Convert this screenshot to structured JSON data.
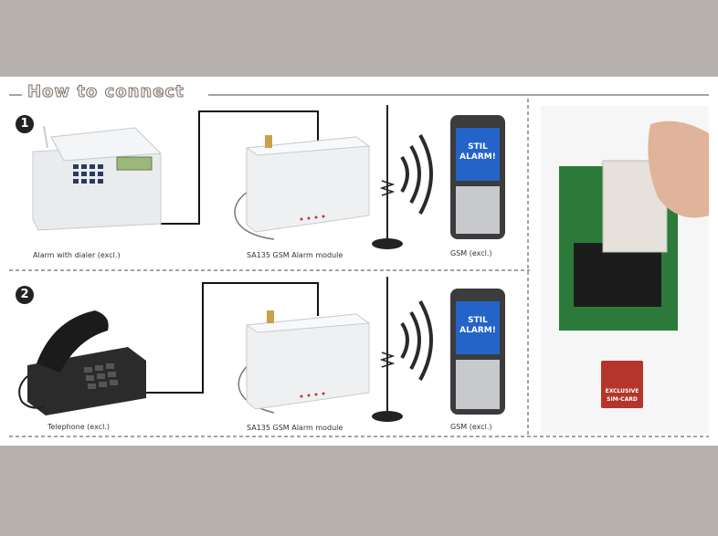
{
  "heading": "How to connect",
  "steps": [
    {
      "number": "1",
      "device_label": "Alarm with dialer (excl.)",
      "module_label": "SA135 GSM Alarm module",
      "phone_label": "GSM (excl.)",
      "phone_screen": "STIL ALARM!"
    },
    {
      "number": "2",
      "device_label": "Telephone (excl.)",
      "module_label": "SA135 GSM Alarm module",
      "phone_label": "GSM (excl.)",
      "phone_screen": "STIL ALARM!"
    }
  ],
  "sim_badge": {
    "line1": "EXCLUSIVE",
    "line2": "SIM-CARD"
  },
  "colors": {
    "background": "#b7b1ae",
    "panel": "#ffffff",
    "badge": "#b5352b"
  }
}
